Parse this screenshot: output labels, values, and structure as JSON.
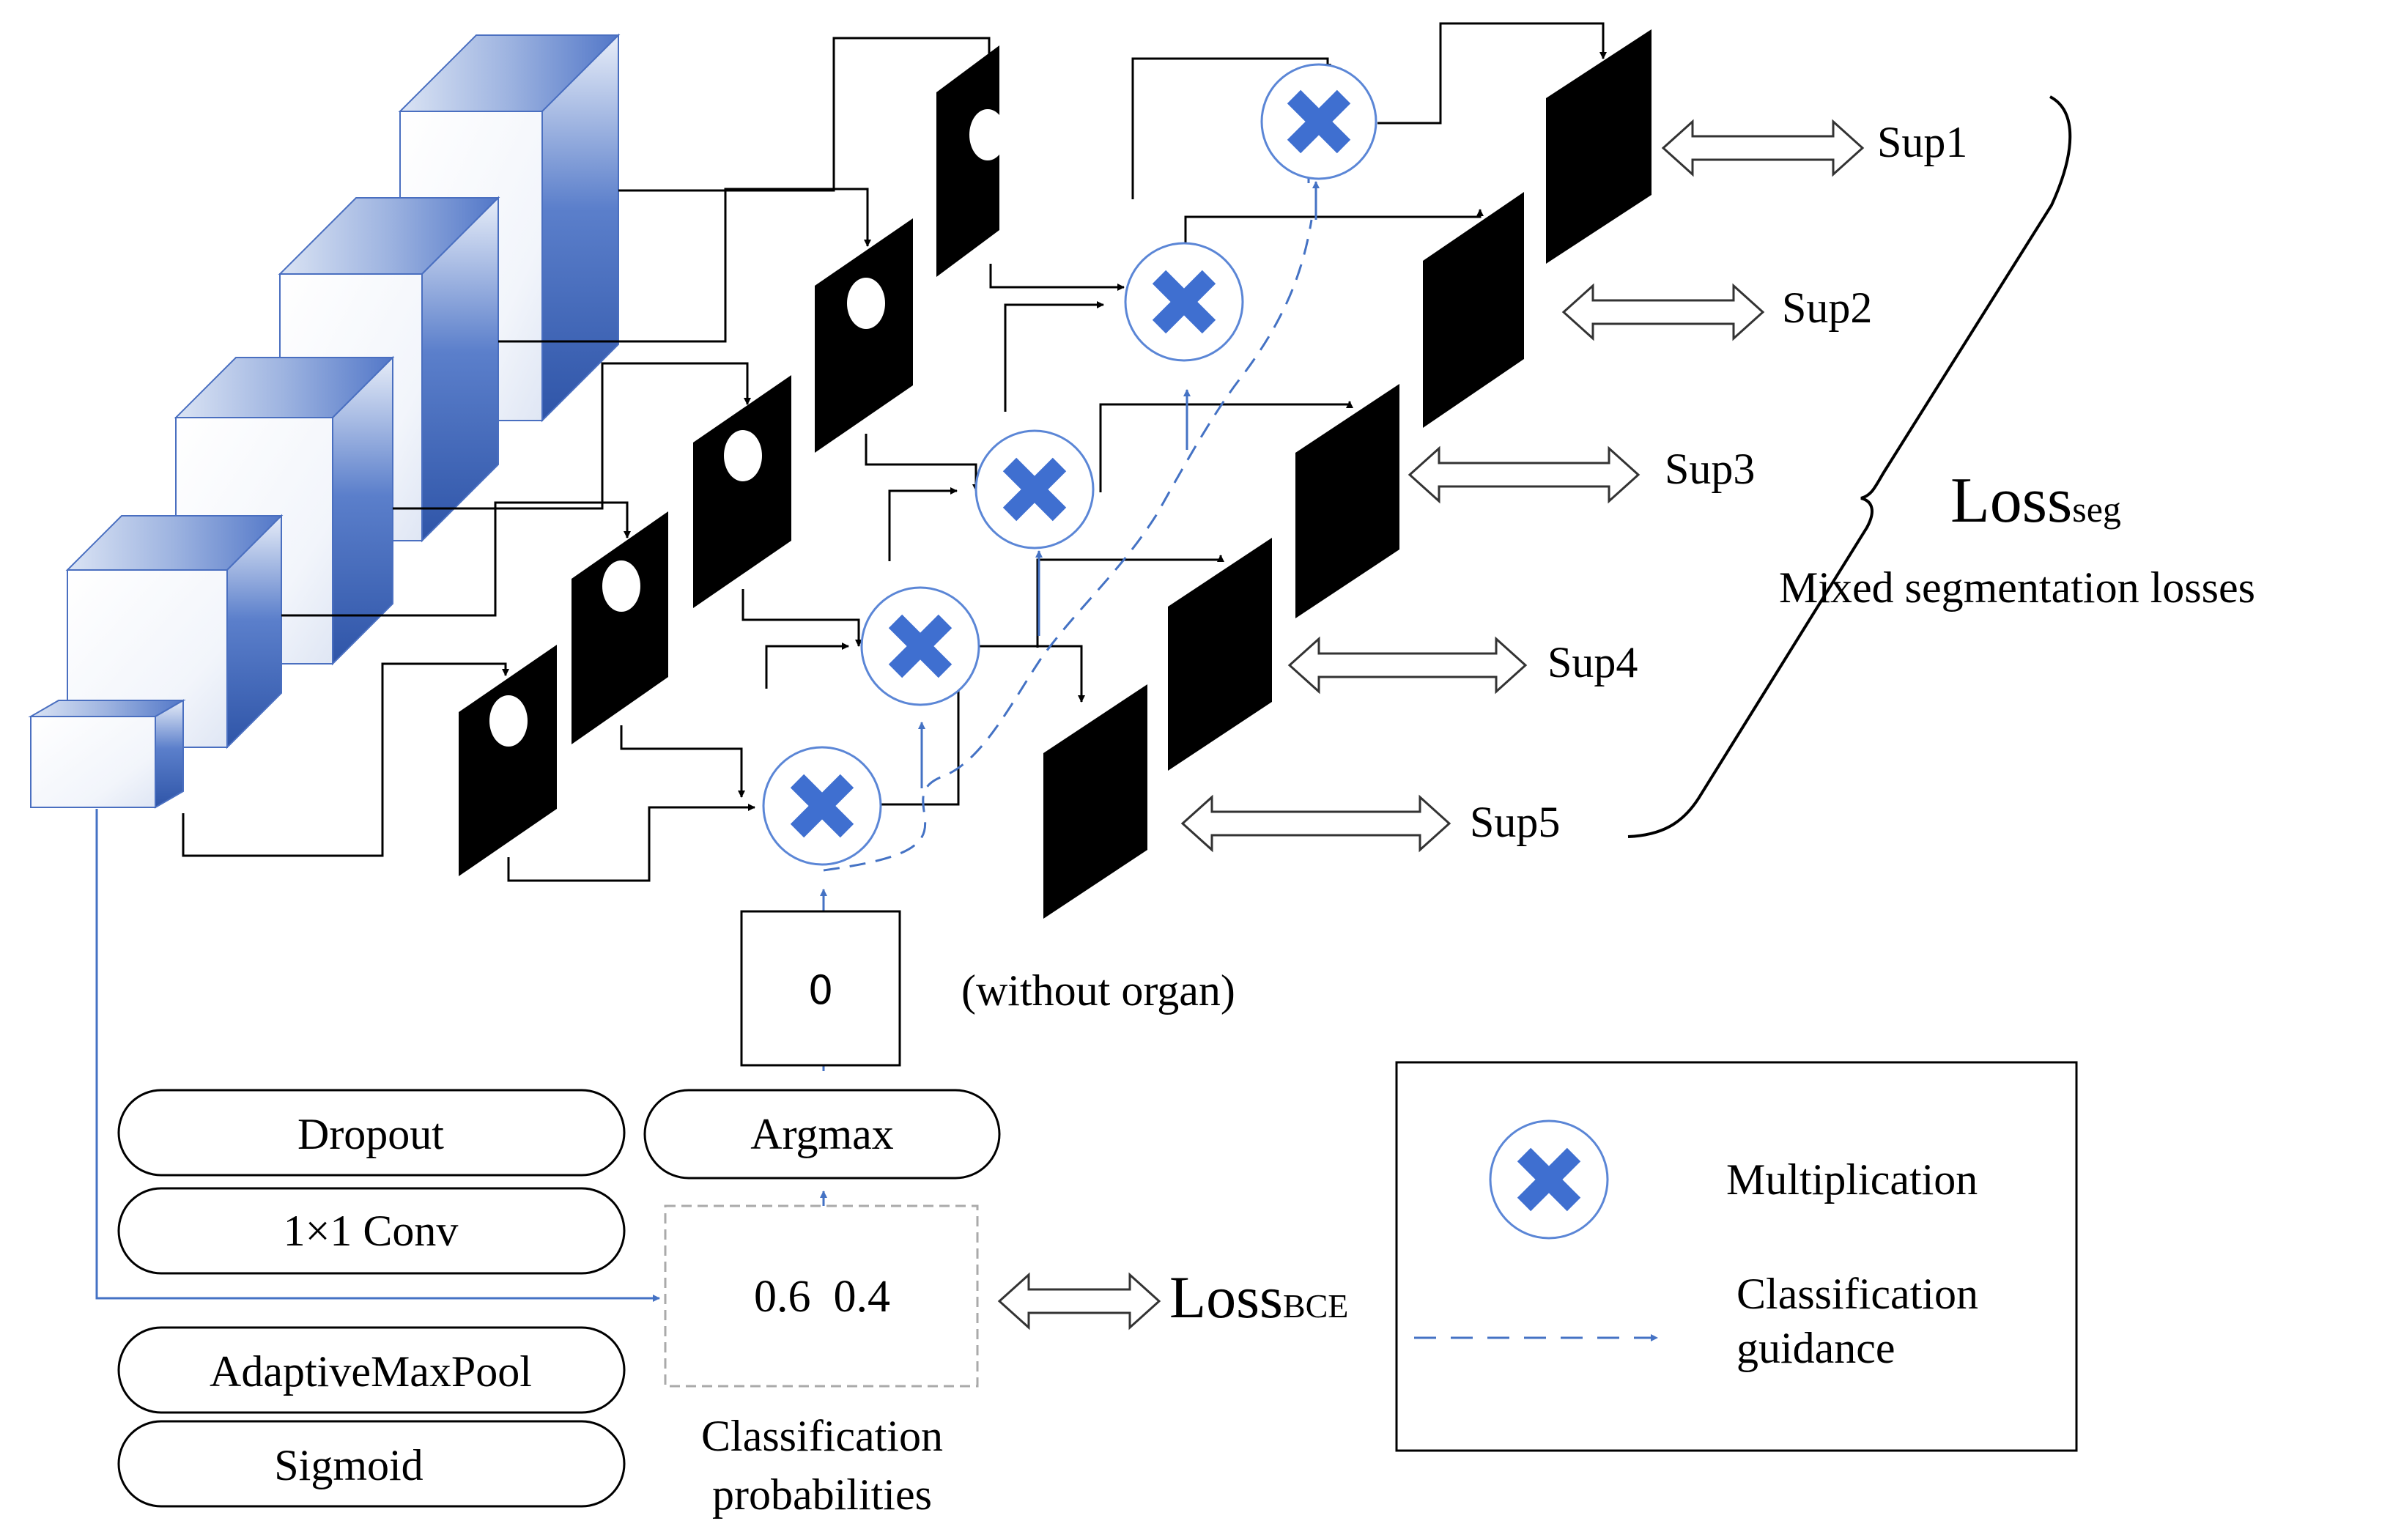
{
  "supervision_labels": [
    "Sup1",
    "Sup2",
    "Sup3",
    "Sup4",
    "Sup5"
  ],
  "loss_seg": {
    "main": "Loss",
    "sub": "seg"
  },
  "loss_seg_caption": "Mixed segmentation losses",
  "classifier_output_value": "0",
  "classifier_output_note": "(without organ)",
  "argmax_label": "Argmax",
  "classifier_layers": [
    "Dropout",
    "1×1 Conv",
    "AdaptiveMaxPool",
    "Sigmoid"
  ],
  "probabilities": "0.6  0.4",
  "probabilities_caption": [
    "Classification",
    "probabilities"
  ],
  "loss_bce": {
    "main": "Loss",
    "sub": "BCE"
  },
  "legend": {
    "multiplication": "Multiplication",
    "guidance": [
      "Classification",
      "guidance"
    ]
  },
  "colors": {
    "accent_blue": "#4472c4",
    "mult_blue": "#3f6fd0",
    "map_black": "#000000",
    "encoder_dark": "#2f55a8"
  }
}
